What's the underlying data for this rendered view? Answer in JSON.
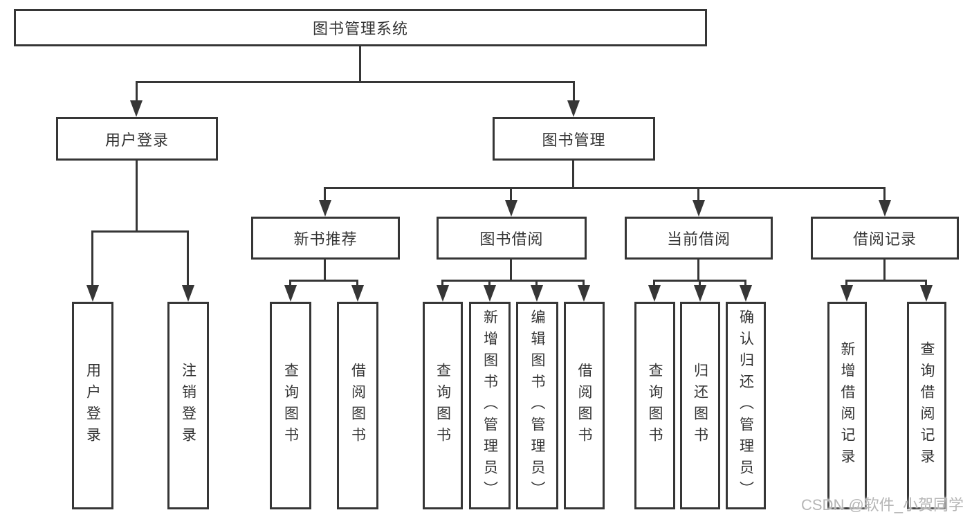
{
  "diagram": {
    "title": "图书管理系统",
    "root": "图书管理系统",
    "branches": [
      {
        "label": "用户登录",
        "leaves": [
          "用户登录",
          "注销登录"
        ]
      },
      {
        "label": "图书管理",
        "subbranches": [
          {
            "label": "新书推荐",
            "leaves": [
              "查询图书",
              "借阅图书"
            ]
          },
          {
            "label": "图书借阅",
            "leaves": [
              "查询图书",
              "新增图书（管理员）",
              "编辑图书（管理员）",
              "借阅图书"
            ]
          },
          {
            "label": "当前借阅",
            "leaves": [
              "查询图书",
              "归还图书",
              "确认归还（管理员）"
            ]
          },
          {
            "label": "借阅记录",
            "leaves": [
              "新增借阅记录",
              "查询借阅记录"
            ]
          }
        ]
      }
    ]
  },
  "watermark": "CSDN @软件_小贺同学",
  "colors": {
    "line": "#363636",
    "text": "#333333",
    "background": "#ffffff",
    "watermark": "#b6b6b6"
  }
}
